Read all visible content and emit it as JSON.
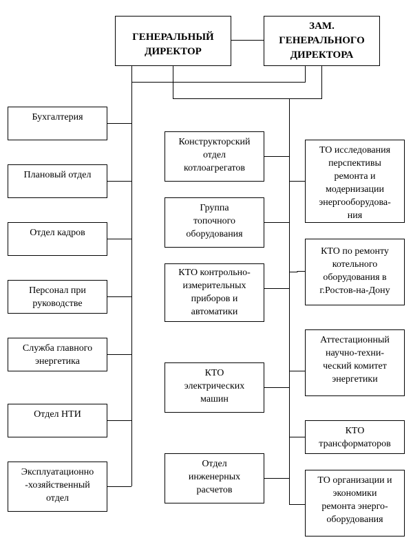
{
  "top": {
    "general_director": "ГЕНЕРАЛЬНЫЙ\nДИРЕКТОР",
    "deputy_director": "ЗАМ.\nГЕНЕРАЛЬНОГО\nДИРЕКТОРА"
  },
  "left_column": [
    "Бухгалтерия",
    "Плановый отдел",
    "Отдел кадров",
    "Персонал при\nруководстве",
    "Служба главного\nэнергетика",
    "Отдел НТИ",
    "Эксплуатационно\n-хозяйственный\nотдел"
  ],
  "middle_column": [
    "Конструкторский\nотдел\nкотлоагрегатов",
    "Группа\nтопочного\nоборудования",
    "КТО контрольно-\nизмерительных\nприборов и\nавтоматики",
    "КТО\nэлектрических\nмашин",
    "Отдел\nинженерных\nрасчетов"
  ],
  "right_column": [
    "ТО исследования\nперспективы\nремонта и\nмодернизации\nэнергооборудова-\nния",
    "КТО по ремонту\nкотельного\nоборудования в\nг.Ростов-на-Дону",
    "Аттестационный\nнаучно-техни-\nческий комитет\nэнергетики",
    "КТО\nтрансформаторов",
    "ТО организации и\nэкономики\nремонта энерго-\nоборудования"
  ]
}
